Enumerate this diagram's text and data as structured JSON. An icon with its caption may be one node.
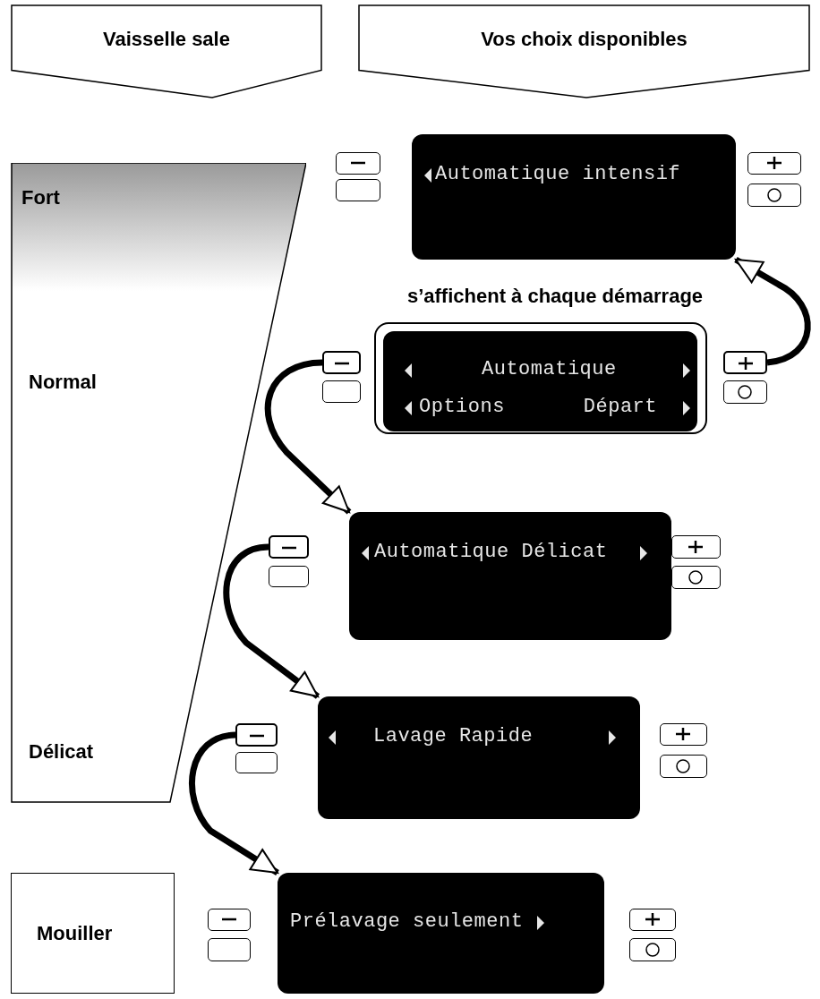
{
  "diagram": {
    "nodes": [
      {
        "text": [
          "Vaisselle sale"
        ]
      },
      {
        "text": [
          "Vos choix disponibles"
        ]
      },
      {
        "text": [
          "Fort",
          "Normal",
          "Délicat"
        ]
      },
      {
        "text": [
          "Automatique intensif"
        ]
      },
      {
        "text": [
          "Automatique",
          "Options",
          "Départ"
        ],
        "beside": [
          "s’affichent à chaque démarrage"
        ]
      },
      {
        "text": [],
        "shape": "box"
      },
      {
        "text": [],
        "shape": "box"
      },
      {
        "text": [
          "Automatique Délicat"
        ]
      },
      {
        "text": [],
        "shape": "box"
      },
      {
        "text": [
          "Lavage Rapide"
        ]
      },
      {
        "text": [],
        "shape": "box"
      },
      {
        "text": [
          "Mouiller"
        ]
      },
      {
        "text": [
          "Prélavage seulement"
        ]
      }
    ],
    "edges": [
      {
        "from": 6,
        "to": 3,
        "arrow": "to"
      },
      {
        "from": 5,
        "to": 7,
        "arrow": "to"
      },
      {
        "from": 8,
        "to": 9,
        "arrow": "to"
      },
      {
        "from": 10,
        "to": 12,
        "arrow": "to"
      }
    ]
  }
}
